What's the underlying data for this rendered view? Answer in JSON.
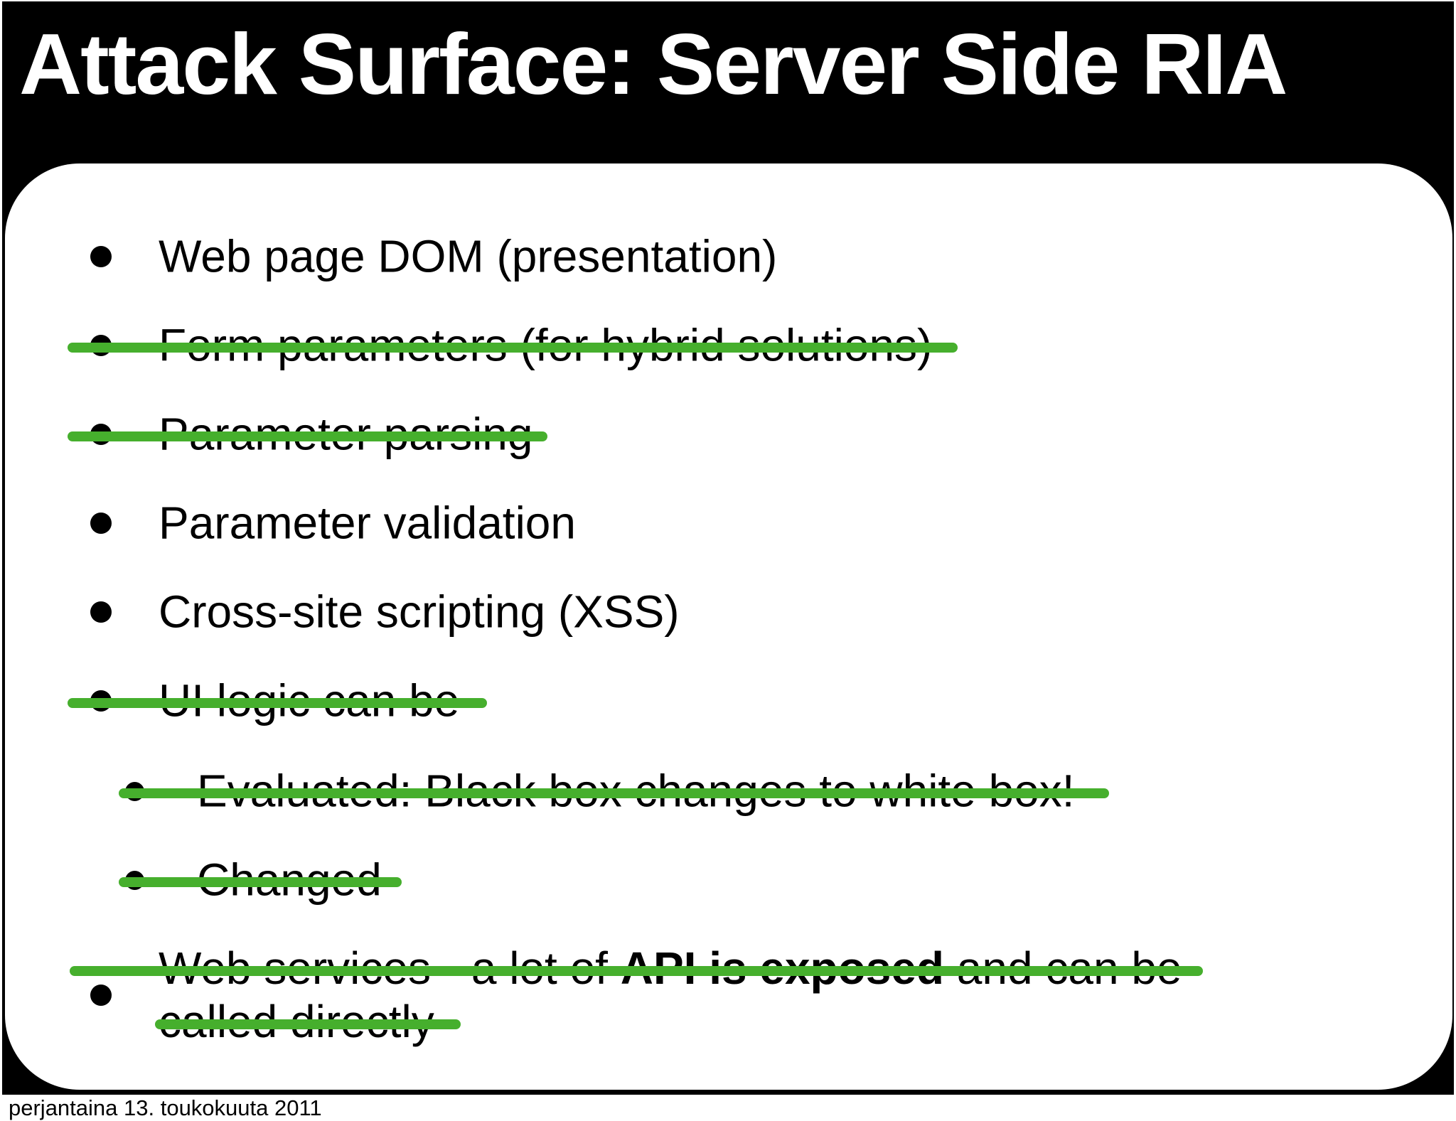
{
  "slide": {
    "title": "Attack Surface: Server Side RIA",
    "colors": {
      "background": "#000000",
      "panel": "#ffffff",
      "strike_green": "#46af2d"
    },
    "bullets": [
      {
        "label": "Web page DOM (presentation)",
        "level": 1,
        "struck": false
      },
      {
        "label": "Form parameters (for hybrid solutions)",
        "level": 1,
        "struck": true
      },
      {
        "label": "Parameter parsing",
        "level": 1,
        "struck": true
      },
      {
        "label": "Parameter validation",
        "level": 1,
        "struck": false
      },
      {
        "label": "Cross-site scripting (XSS)",
        "level": 1,
        "struck": false
      },
      {
        "label": "UI logic can be",
        "level": 1,
        "struck": true
      },
      {
        "label": "Evaluated: Black box changes to white box!",
        "level": 2,
        "struck": true
      },
      {
        "label": "Changed",
        "level": 2,
        "struck": true
      },
      {
        "pre": "Web services - a lot of ",
        "bold": "API is exposed",
        "post": " and can be",
        "line2": "called directly",
        "level": 1,
        "struck": true
      }
    ]
  },
  "footer": {
    "date": "perjantaina 13. toukokuuta 2011"
  }
}
